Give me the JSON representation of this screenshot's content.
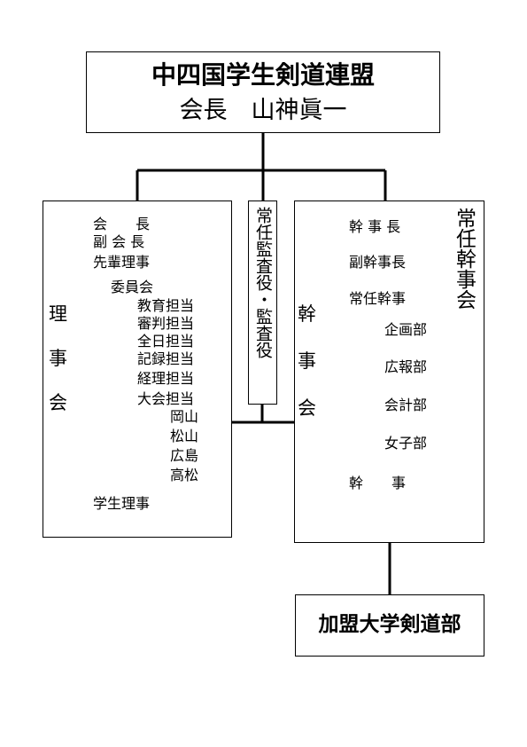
{
  "top": {
    "org_name": "中四国学生剣道連盟",
    "president": "会長　山神眞一"
  },
  "auditor": {
    "label": "常任監査役・監査役"
  },
  "board": {
    "title_chars": [
      "理",
      "事",
      "会"
    ],
    "president": "会　　長",
    "vice_president": "副 会 長",
    "senior": "先輩理事",
    "committee": "委員会",
    "committee_roles": [
      "教育担当",
      "審判担当",
      "全日担当",
      "記録担当",
      "経理担当",
      "大会担当"
    ],
    "venues": [
      "岡山",
      "松山",
      "広島",
      "高松"
    ],
    "student": "学生理事"
  },
  "exec": {
    "title_chars": [
      "幹",
      "事",
      "会"
    ],
    "chief": "幹 事 長",
    "vice_chief": "副幹事長",
    "standing": "常任幹事",
    "standing_council": "常任幹事会",
    "departments": [
      "企画部",
      "広報部",
      "会計部",
      "女子部"
    ],
    "member": "幹　　事"
  },
  "bottom": {
    "label": "加盟大学剣道部"
  }
}
